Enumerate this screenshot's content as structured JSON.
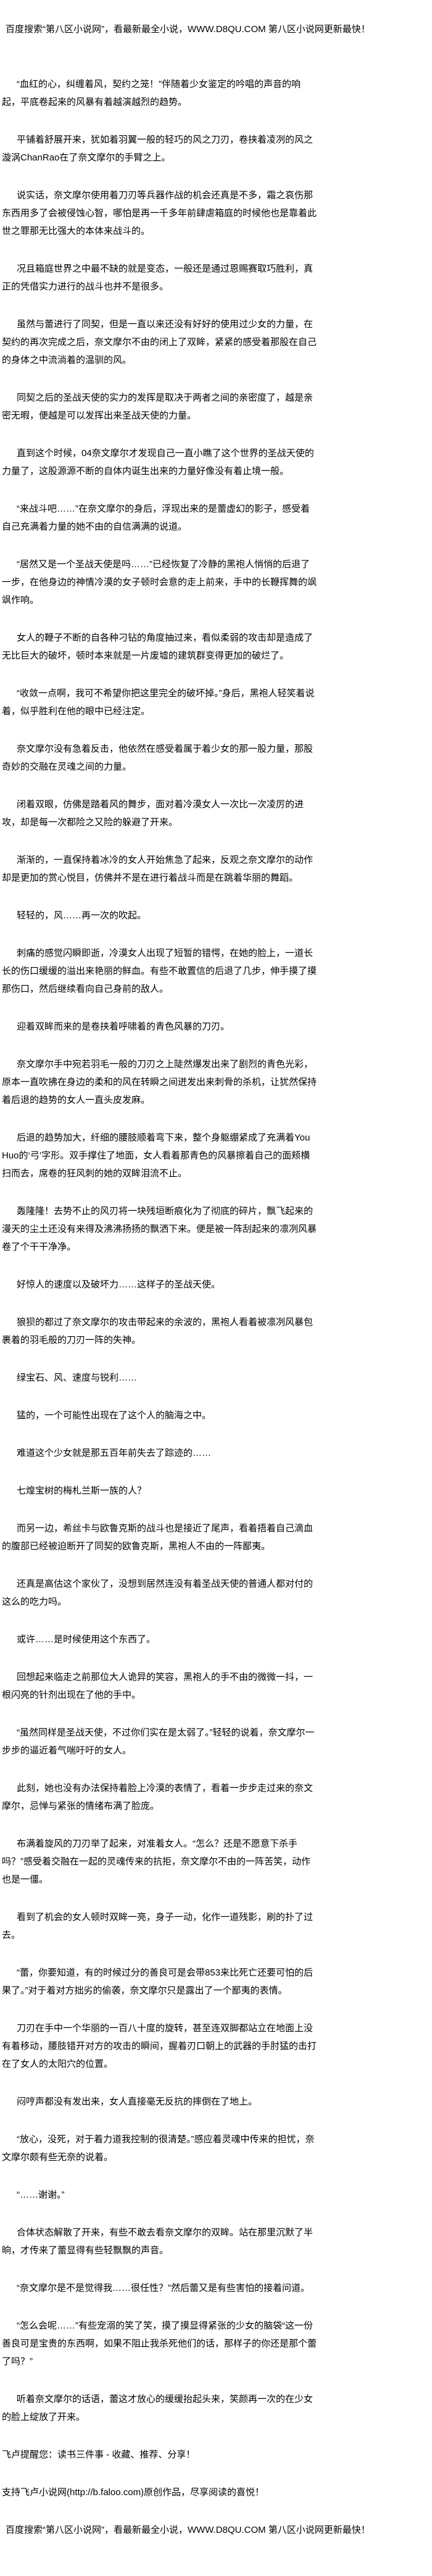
{
  "header": {
    "banner": "百度搜索“第八区小说网”，看最新最全小说，WWW.D8QU.COM   第八区小说网更新最快！"
  },
  "paragraphs": [
    "“血红的心，纠缠着风，契约之笼！”伴随着少女鉴定的吟唱的声音的响起，平底卷起来的风暴有着越演越烈的趋势。",
    "平铺着舒展开来，犹如着羽翼一般的轻巧的风之刀刃，卷挟着凌冽的风之漩涡ChanRao在了奈文摩尔的手臂之上。",
    "说实话，奈文摩尔使用着刀刃等兵器作战的机会还真是不多，霜之哀伤那东西用多了会被侵蚀心智，哪怕是再一千多年前肆虐箱庭的时候他也是靠着此世之罪那无比强大的本体来战斗的。",
    "况且箱庭世界之中最不缺的就是变态，一般还是通过恩赐赛取巧胜利，真正的凭借实力进行的战斗也并不是很多。",
    "虽然与蕾进行了同契，但是一直以来还没有好好的使用过少女的力量，在契约的再次完成之后，奈文摩尔不由的闭上了双眸，紧紧的感受着那股在自己的身体之中流淌着的温驯的风。",
    "同契之后的圣战天使的实力的发挥是取决于两者之间的亲密度了，越是亲密无暇，便越是可以发挥出来圣战天使的力量。",
    "直到这个时候，04奈文摩尔才发现自己一直小瞧了这个世界的圣战天使的力量了，这股源源不断的自体内诞生出来的力量好像没有着止境一般。",
    "“来战斗吧……”在奈文摩尔的身后，浮现出来的是蕾虚幻的影子，感受着自己充满着力量的她不由的自信满满的说道。",
    "“居然又是一个圣战天使是吗……”已经恢复了冷静的黑袍人悄悄的后退了一步，在他身边的神情冷漠的女子顿时会意的走上前来，手中的长鞭挥舞的飒飒作响。",
    "女人的鞭子不断的自各种刁钻的角度抽过来，看似柔弱的攻击却是造成了无比巨大的破坏，顿时本来就是一片废墟的建筑群变得更加的破烂了。",
    "“收敛一点啊，我可不希望你把这里完全的破坏掉。”身后，黑袍人轻笑着说着，似乎胜利在他的眼中已经注定。",
    "奈文摩尔没有急着反击，他依然在感受着属于着少女的那一股力量，那股奇妙的交融在灵魂之间的力量。",
    "闭着双眼，仿佛是踏着风的舞步，面对着冷漠女人一次比一次凌厉的进攻，却是每一次都险之又险的躲避了开来。",
    "渐渐的，一直保持着冰冷的女人开始焦急了起来，反观之奈文摩尔的动作却是更加的赏心悦目，仿佛并不是在进行着战斗而是在跳着华丽的舞蹈。",
    "轻轻的，风……再一次的吹起。",
    "刺痛的感觉闪瞬即逝，冷漠女人出现了短暂的错愕，在她的脸上，一道长长的伤口缓缓的溢出来艳丽的鲜血。有些不敢置信的后退了几步，伸手摸了摸那伤口，然后继续看向自己身前的敌人。",
    "迎着双眸而来的是卷挟着呼啸着的青色风暴的刀刃。",
    "奈文摩尔手中宛若羽毛一般的刀刃之上陡然爆发出来了剧烈的青色光彩，原本一直吹拂在身边的柔和的风在转瞬之间迸发出来刺骨的杀机，让犹然保持着后退的趋势的女人一直头皮发麻。",
    "后退的趋势加大，纤细的腰肢顺着弯下来，整个身躯绷紧成了充满着YouHuo的‘弓’字形。双手撑住了地面，女人看着那青色的风暴擦着自己的面颊横扫而去，席卷的狂风刺的她的双眸泪流不止。",
    "轰隆隆！去势不止的风刃将一块残垣断痕化为了彻底的碎片，飘飞起来的漫天的尘土还没有来得及沸沸扬扬的飘洒下来。便是被一阵刮起来的凛冽风暴卷了个干干净净。",
    "好惊人的速度以及破坏力……这样子的圣战天使。",
    "狼狈的都过了奈文摩尔的攻击带起来的余波的，黑袍人看着被凛冽风暴包裹着的羽毛般的刀刃一阵的失神。",
    "绿宝石、风、速度与锐利……",
    "猛的，一个可能性出现在了这个人的脑海之中。",
    "难道这个少女就是那五百年前失去了踪迹的……",
    "七煌宝树的梅札兰斯一族的人？",
    "而另一边，希丝卡与欧鲁克斯的战斗也是接近了尾声，看着捂着自己滴血的腹部已经被迫断开了同契的欧鲁克斯，黑袍人不由的一阵鄙夷。",
    "还真是高估这个家伙了，没想到居然连没有着圣战天使的普通人都对付的这么的吃力吗。",
    "或许……是时候使用这个东西了。",
    "回想起来临走之前那位大人诡异的笑容，黑袍人的手不由的微微一抖，一根闪亮的针剂出现在了他的手中。",
    "“虽然同样是圣战天使，不过你们实在是太弱了。”轻轻的说着，奈文摩尔一步步的逼近着气喘吁吁的女人。",
    "此刻，她也没有办法保持着脸上冷漠的表情了，看着一步步走过来的奈文摩尔，忌惮与紧张的情绪布满了脸庞。",
    "布满着旋风的刀刃举了起来，对准着女人。“怎么？还是不愿意下杀手吗？”感受着交融在一起的灵魂传来的抗拒，奈文摩尔不由的一阵苦笑，动作也是一僵。",
    "看到了机会的女人顿时双眸一亮，身子一动，化作一道残影，刷的扑了过去。",
    "“蕾，你要知道，有的时候过分的善良可是会带853来比死亡还要可怕的后果了。”对于着对方拙劣的偷袭，奈文摩尔只是露出了一个鄙夷的表情。",
    "刀刃在手中一个华丽的一百八十度的旋转，甚至连双脚都站立在地面上没有着移动，腰肢错开对方的攻击的瞬间，握着刃口朝上的武器的手肘猛的击打在了女人的太阳穴的位置。",
    "闷哼声都没有发出来，女人直接毫无反抗的摔倒在了地上。",
    "“放心，没死，对于着力道我控制的很清楚。”感应着灵魂中传来的担忧，奈文摩尔颇有些无奈的说着。",
    "“……谢谢。”",
    "合体状态解散了开来，有些不敢去看奈文摩尔的双眸。站在那里沉默了半晌，才传来了蕾显得有些轻飘飘的声音。",
    "“奈文摩尔是不是觉得我……很任性？”然后蕾又是有些害怕的接着问道。",
    "“怎么会呢……”有些宠溺的笑了笑，摸了摸显得紧张的少女的脑袋“这一份善良可是宝贵的东西啊，如果不阻止我杀死他们的话，那样子的你还是那个蕾了吗？”",
    "听着奈文摩尔的话语，蕾这才放心的缓缓抬起头来，笑颜再一次的在少女的脸上绽放了开来。"
  ],
  "footer": {
    "reminder": "飞卢提醒您：读书三件事 - 收藏、推荐、分享！",
    "support": "支持飞卢小说网(http://b.faloo.com)原创作品，尽享阅读的喜悦！",
    "banner": "百度搜索“第八区小说网”，看最新最全小说，WWW.D8QU.COM   第八区小说网更新最快！"
  }
}
